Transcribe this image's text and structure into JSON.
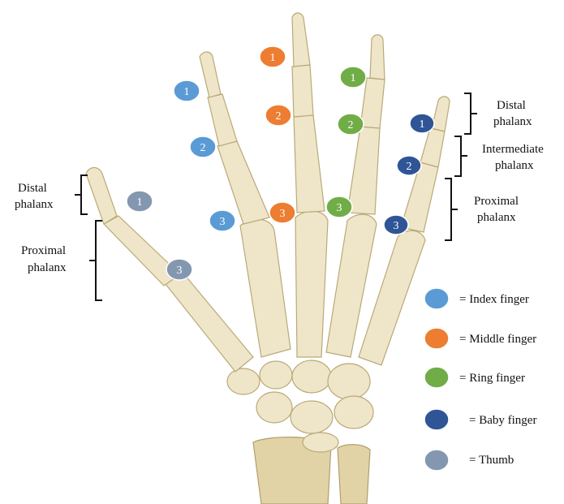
{
  "colors": {
    "index": "#5b9bd5",
    "middle": "#ed7d31",
    "ring": "#70ad47",
    "baby": "#2f5597",
    "thumb": "#8497b0"
  },
  "markers": {
    "index_1": {
      "num": "1",
      "finger": "index"
    },
    "index_2": {
      "num": "2",
      "finger": "index"
    },
    "index_3": {
      "num": "3",
      "finger": "index"
    },
    "middle_1": {
      "num": "1",
      "finger": "middle"
    },
    "middle_2": {
      "num": "2",
      "finger": "middle"
    },
    "middle_3": {
      "num": "3",
      "finger": "middle"
    },
    "ring_1": {
      "num": "1",
      "finger": "ring"
    },
    "ring_2": {
      "num": "2",
      "finger": "ring"
    },
    "ring_3": {
      "num": "3",
      "finger": "ring"
    },
    "baby_1": {
      "num": "1",
      "finger": "baby"
    },
    "baby_2": {
      "num": "2",
      "finger": "baby"
    },
    "baby_3": {
      "num": "3",
      "finger": "baby"
    },
    "thumb_1": {
      "num": "1",
      "finger": "thumb"
    },
    "thumb_3": {
      "num": "3",
      "finger": "thumb"
    }
  },
  "labels": {
    "right_distal": [
      "Distal",
      "phalanx"
    ],
    "right_intermediate": [
      "Intermediate",
      "phalanx"
    ],
    "right_proximal": [
      "Proximal",
      "phalanx"
    ],
    "left_distal": [
      "Distal",
      "phalanx"
    ],
    "left_proximal": [
      "Proximal",
      "phalanx"
    ]
  },
  "legend": [
    {
      "finger": "index",
      "text": "= Index  finger"
    },
    {
      "finger": "middle",
      "text": "= Middle finger"
    },
    {
      "finger": "ring",
      "text": "= Ring finger"
    },
    {
      "finger": "baby",
      "text": "= Baby finger"
    },
    {
      "finger": "thumb",
      "text": "= Thumb"
    }
  ]
}
